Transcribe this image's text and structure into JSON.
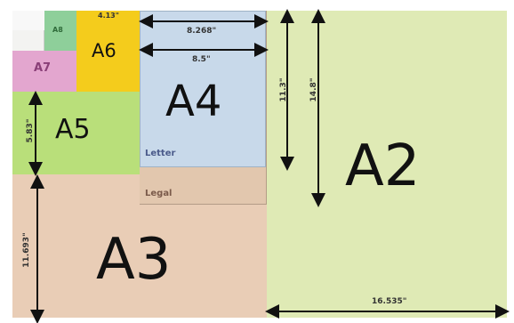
{
  "colors": {
    "a2": "#dfeab5",
    "a3": "#e9cdb6",
    "a4": "#c8d9ea",
    "a5": "#b9df7a",
    "a6": "#f4cc1c",
    "a7": "#e3a6cf",
    "a8": "#8ecf9a",
    "legal": "#e2c7ae",
    "paper": "#f3f3f1",
    "arrow": "#111111"
  },
  "sizes": {
    "a2": "A2",
    "a3": "A3",
    "a4": "A4",
    "a5": "A5",
    "a6": "A6",
    "a7": "A7",
    "a8": "A8",
    "letter": "Letter",
    "legal": "Legal"
  },
  "dimensions": {
    "a2_width": "16.535\"",
    "a2_height": "14.8\"",
    "a4_height": "11.3\"",
    "a3_height": "11.693\"",
    "a5_width": "5.83\"",
    "a4_width": "8.268\"",
    "letter_width": "8.5\"",
    "a6_width": "4.13\""
  }
}
